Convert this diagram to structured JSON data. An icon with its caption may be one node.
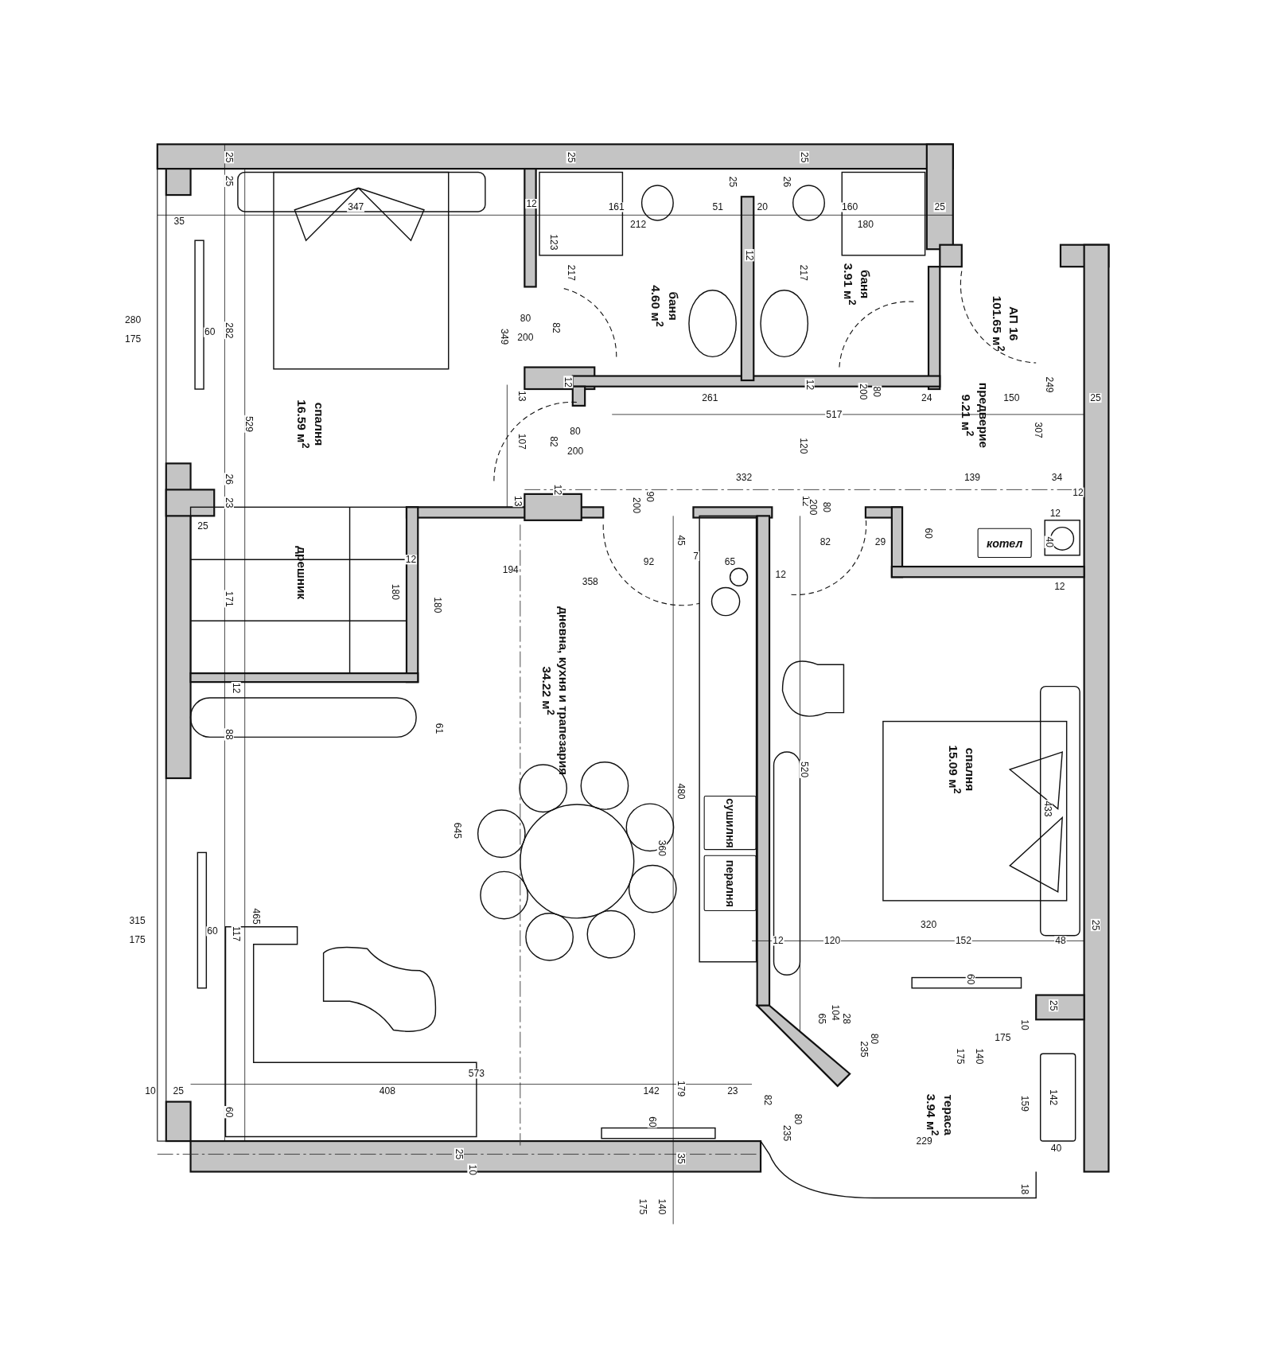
{
  "diagram": {
    "nodes": [
      {
        "text": [
          "спалня",
          "16.59 м$^{2}$"
        ]
      },
      {
        "text": [
          "баня",
          "4.60 м$^{2}$"
        ]
      },
      {
        "text": [
          "баня",
          "3.91 м$^{2}$"
        ]
      },
      {
        "text": [
          "АП 16",
          "101.65 м$^{2}$"
        ]
      },
      {
        "text": [
          "предверие",
          "9.21 м$^{2}$"
        ]
      },
      {
        "text": [
          "котел"
        ]
      },
      {
        "text": [
          "дрешник"
        ]
      },
      {
        "text": [
          "дневна, кухня и трапезария",
          "34.22 м$^{2}$"
        ]
      },
      {
        "text": [
          "спалня",
          "15.09 м$^{2}$"
        ]
      },
      {
        "text": [
          "сушилня"
        ]
      },
      {
        "text": [
          "пералня"
        ]
      },
      {
        "text": [
          "тераса",
          "3.94 м$^{2}$"
        ]
      }
    ],
    "labels": [
      "25",
      "25",
      "25",
      "25",
      "25",
      "26",
      "12",
      "347",
      "161",
      "51",
      "20",
      "160",
      "25",
      "35",
      "212",
      "180",
      "123",
      "12",
      "217",
      "217",
      "280",
      "175",
      "60",
      "282",
      "80",
      "200",
      "349",
      "82",
      "12",
      "12",
      "249",
      "200",
      "80",
      "13",
      "261",
      "24",
      "150",
      "25",
      "517",
      "529",
      "307",
      "80",
      "200",
      "107",
      "82",
      "120",
      "26",
      "332",
      "139",
      "34",
      "12",
      "12",
      "23",
      "13",
      "90",
      "200",
      "12",
      "200",
      "80",
      "12",
      "25",
      "60",
      "45",
      "82",
      "29",
      "40",
      "7",
      "12",
      "92",
      "65",
      "194",
      "12",
      "12",
      "358",
      "171",
      "180",
      "180",
      "12",
      "61",
      "88",
      "520",
      "480",
      "433",
      "645",
      "360",
      "465",
      "315",
      "175",
      "60",
      "117",
      "320",
      "25",
      "12",
      "120",
      "152",
      "48",
      "60",
      "25",
      "28",
      "104",
      "65",
      "175",
      "80",
      "235",
      "175",
      "140",
      "573",
      "10",
      "25",
      "408",
      "142",
      "179",
      "23",
      "159",
      "142",
      "60",
      "60",
      "82",
      "80",
      "235",
      "229",
      "40",
      "25",
      "35",
      "10",
      "18",
      "175",
      "140",
      "10"
    ]
  }
}
